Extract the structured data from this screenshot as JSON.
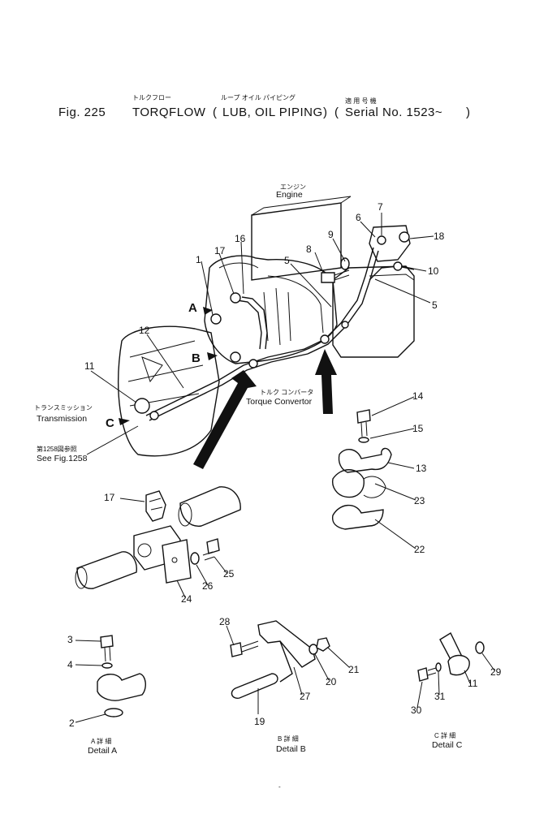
{
  "header": {
    "fig": "Fig. 225",
    "title_jp": "トルクフロー",
    "title": "TORQFLOW",
    "subtitle_jp": "ループ オイル パイピング",
    "subtitle": "LUB, OIL PIPING",
    "serial_jp": "適 用 号 機",
    "serial": "Serial No. 1523~"
  },
  "labels": {
    "engine_jp": "エンジン",
    "engine": "Engine",
    "torque_converter_jp": "トルク コンバータ",
    "torque_converter": "Torque Convertor",
    "transmission_jp": "トランスミッション",
    "transmission": "Transmission",
    "see_fig_jp": "第1258図参照",
    "see_fig": "See Fig.1258",
    "detail_a_jp": "A 詳 細",
    "detail_a": "Detail A",
    "detail_b_jp": "B 詳 細",
    "detail_b": "Detail B",
    "detail_c_jp": "C 詳 細",
    "detail_c": "Detail C"
  },
  "detail_letters": [
    "A",
    "B",
    "C"
  ],
  "part_numbers": [
    "1",
    "2",
    "3",
    "4",
    "5",
    "5",
    "6",
    "7",
    "8",
    "9",
    "10",
    "11",
    "11",
    "12",
    "13",
    "14",
    "15",
    "16",
    "17",
    "17",
    "18",
    "19",
    "20",
    "21",
    "22",
    "23",
    "24",
    "25",
    "26",
    "27",
    "28",
    "29",
    "30",
    "31"
  ]
}
